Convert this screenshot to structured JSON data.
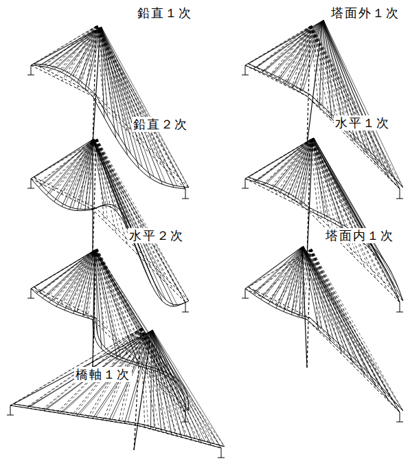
{
  "diagram": {
    "labels": [
      "鉛直１次",
      "塔面外１次",
      "鉛直２次",
      "水平１次",
      "水平２次",
      "塔面内１次",
      "橋軸１次"
    ]
  }
}
